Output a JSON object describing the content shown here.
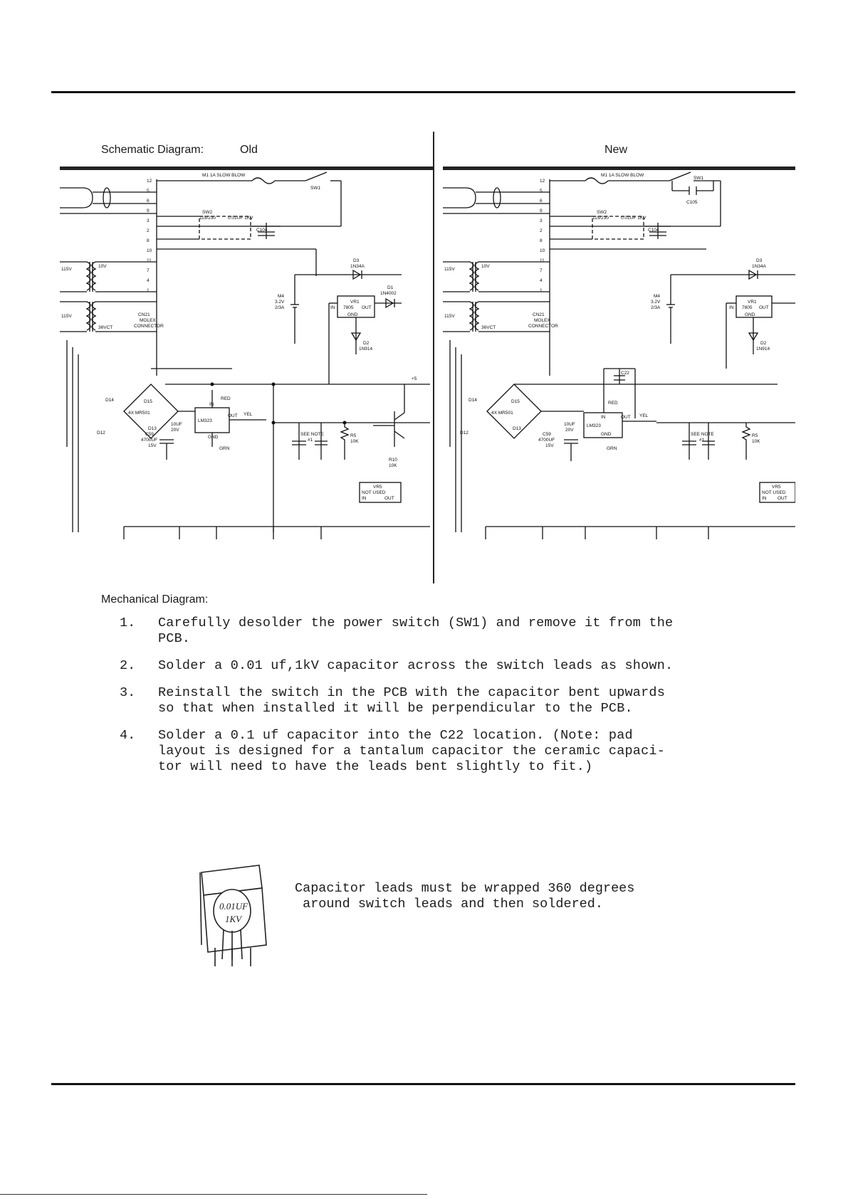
{
  "headings": {
    "schematic": "Schematic Diagram:",
    "old": "Old",
    "new": "New",
    "mechanical": "Mechanical Diagram:"
  },
  "schematic_labels": {
    "fuse": "M1 1A SLOW BLOW",
    "sw1": "SW1",
    "sw2": "SW2",
    "sw2_rating": "115/230",
    "cap_rating": "0.01UF 1KV",
    "c104": "C104",
    "c105": "C105",
    "c22": "C22",
    "pins": [
      "12",
      "5",
      "6",
      "9",
      "3",
      "2",
      "8",
      "10",
      "11",
      "7",
      "4",
      "1"
    ],
    "v115_a": "115V",
    "v115_b": "115V",
    "v10": "10V",
    "v36": "36VCT",
    "cn21": "CN21",
    "molex": "MOLEX",
    "connector": "CONNECTOR",
    "d3": "D3",
    "d3_part": "1N34A",
    "d1": "D1",
    "d1_part": "1N4002",
    "m4": "M4",
    "m4_rating": "3.2V",
    "m4_rating2": "2/3A",
    "vr1": "VR1",
    "vr1_part": "7805",
    "vr1_out": "OUT",
    "vr1_in": "IN",
    "vr1_gnd": "GND",
    "d2": "D2",
    "d2_part": "1N914",
    "d14": "D14",
    "d15": "D15",
    "d12": "D12",
    "d13": "D13",
    "bridge": "4X MR501",
    "c59": "C59",
    "c59_rating": "4700UF",
    "c59_v": "15V",
    "cap10": "10UF",
    "cap10_v": "20V",
    "lm323": "LM323",
    "lm_in": "IN",
    "lm_out": "OUT",
    "lm_gnd": "GND",
    "red": "RED",
    "yel": "YEL",
    "grn": "GRN",
    "see_note": "SEE NOTE",
    "note_num": "#1",
    "r5": "R5",
    "r5_val": "10K",
    "r10": "R10",
    "r10_val": "10K",
    "vr5": "VR5",
    "not_used": "NOT USED",
    "vr5_in": "IN",
    "vr5_out": "OUT",
    "plus5": "+5"
  },
  "steps": [
    {
      "num": "1.",
      "lines": [
        "Carefully desolder the power switch (SW1) and remove it from the",
        "PCB."
      ]
    },
    {
      "num": "2.",
      "lines": [
        "Solder a 0.01 uf,1kV capacitor across the switch leads as shown."
      ]
    },
    {
      "num": "3.",
      "lines": [
        "Reinstall the switch in the PCB with the capacitor bent upwards",
        "so that when installed it will be perpendicular to the PCB."
      ]
    },
    {
      "num": "4.",
      "lines": [
        "Solder a 0.1 uf capacitor into the C22 location. (Note: pad",
        "layout is designed for a tantalum capacitor the ceramic capaci-",
        "tor will need to have the leads bent slightly to fit.)"
      ]
    }
  ],
  "capacitor_note": {
    "line1": "Capacitor leads must be wrapped 360 degrees",
    "line2": " around switch leads and then soldered."
  },
  "sketch": {
    "value": "0.01UF",
    "rating": "1KV"
  }
}
